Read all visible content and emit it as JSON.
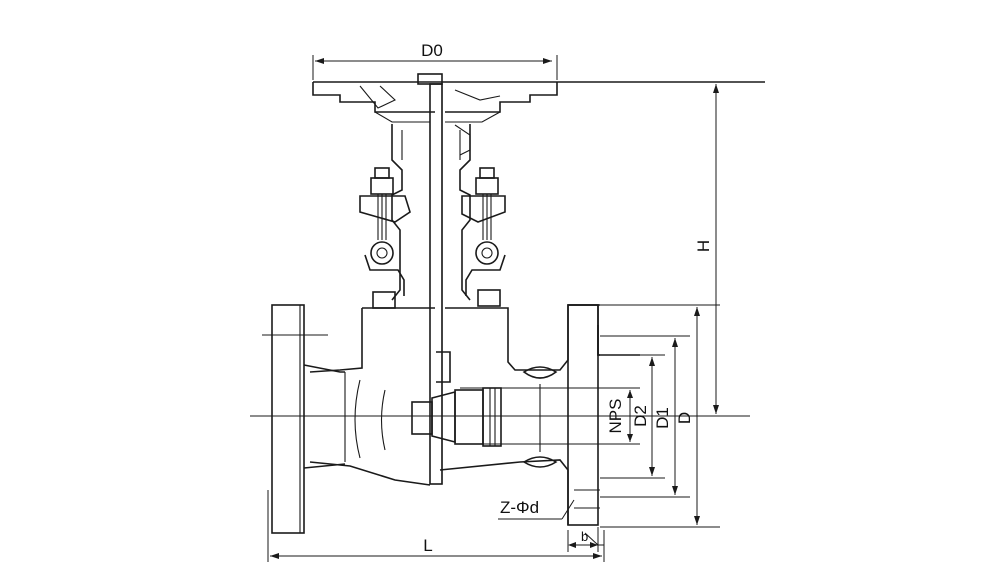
{
  "labels": {
    "D0": "D0",
    "H": "H",
    "NPS": "NPS",
    "D2": "D2",
    "D1": "D1",
    "D": "D",
    "Z_phi_d": "Z-Φd",
    "b": "b",
    "L": "L"
  }
}
